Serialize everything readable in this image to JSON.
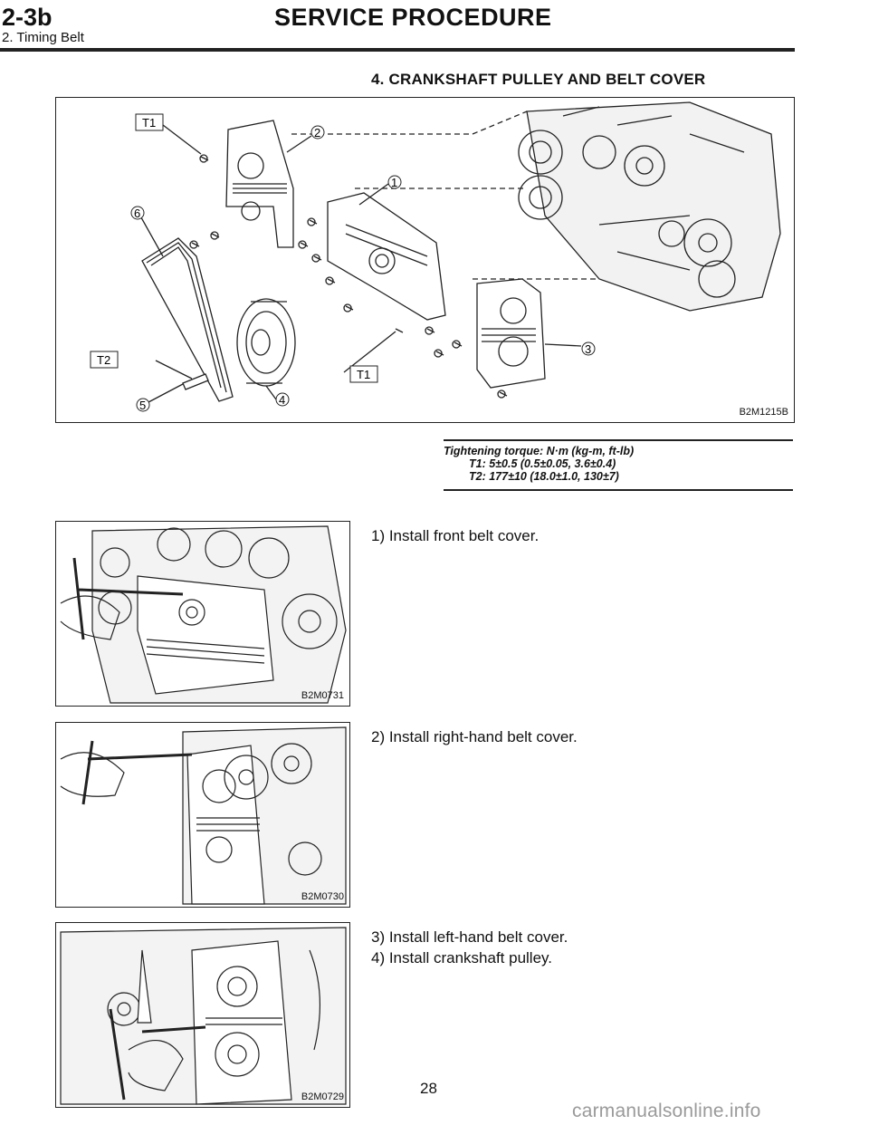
{
  "header": {
    "section_code": "2-3b",
    "section_title": "SERVICE PROCEDURE",
    "subsection": "2. Timing Belt"
  },
  "procedure_title": "4. CRANKSHAFT PULLEY AND BELT COVER",
  "main_figure": {
    "id": "B2M1215B",
    "callouts": {
      "c1": "1",
      "c2": "2",
      "c3": "3",
      "c4": "4",
      "c5": "5",
      "c6": "6"
    },
    "torque_tags": {
      "t1a": "T1",
      "t1b": "T1",
      "t2": "T2"
    }
  },
  "torque_spec": {
    "heading": "Tightening torque: N·m (kg-m, ft-lb)",
    "t1": "T1: 5±0.5 (0.5±0.05, 3.6±0.4)",
    "t2": "T2: 177±10 (18.0±1.0, 130±7)"
  },
  "steps": [
    {
      "text": "1)  Install front belt cover.",
      "figure_id": "B2M0731"
    },
    {
      "text": "2)  Install right-hand belt cover.",
      "figure_id": "B2M0730"
    },
    {
      "text": "3)  Install left-hand belt cover.",
      "figure_id": "B2M0729"
    },
    {
      "text": "4)  Install crankshaft pulley."
    }
  ],
  "page_number": "28",
  "footer_watermark": "carmanualsonline.info"
}
